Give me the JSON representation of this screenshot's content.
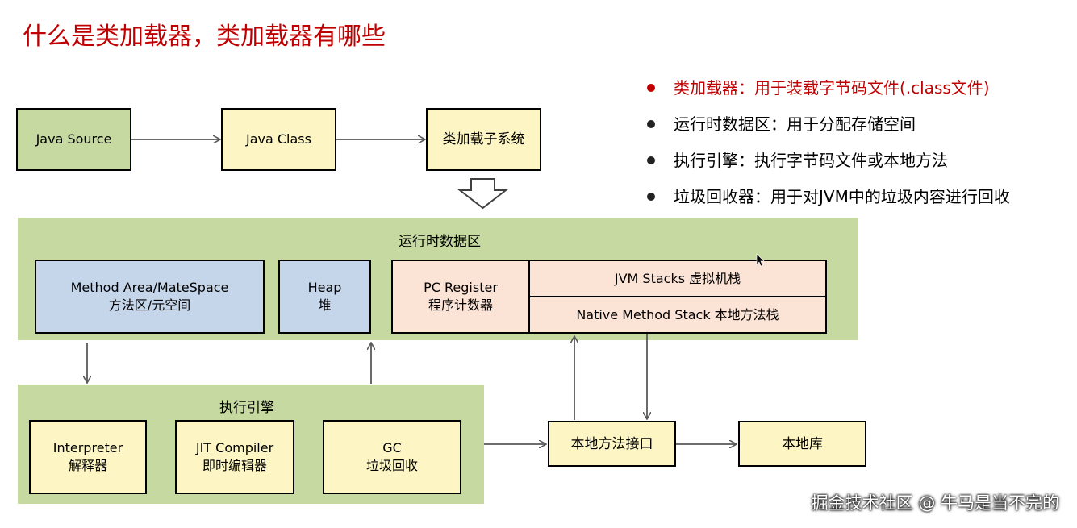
{
  "title": "什么是类加载器，类加载器有哪些",
  "bullets": [
    {
      "text": "类加载器：用于装载字节码文件(.class文件)",
      "highlight": true
    },
    {
      "text": "运行时数据区：用于分配存储空间",
      "highlight": false
    },
    {
      "text": "执行引擎：执行字节码文件或本地方法",
      "highlight": false
    },
    {
      "text": "垃圾回收器：用于对JVM中的垃圾内容进行回收",
      "highlight": false
    }
  ],
  "top_flow": {
    "java_source": "Java Source",
    "java_class": "Java Class",
    "class_loader": "类加载子系统"
  },
  "runtime_area": {
    "title": "运行时数据区",
    "method_area": {
      "line1": "Method Area/MateSpace",
      "line2": "方法区/元空间"
    },
    "heap": {
      "line1": "Heap",
      "line2": "堆"
    },
    "pc_register": {
      "line1": "PC Register",
      "line2": "程序计数器"
    },
    "jvm_stacks": "JVM Stacks 虚拟机栈",
    "native_stack": "Native Method Stack 本地方法栈"
  },
  "execution_engine": {
    "title": "执行引擎",
    "interpreter": {
      "line1": "Interpreter",
      "line2": "解释器"
    },
    "jit": {
      "line1": "JIT Compiler",
      "line2": "即时编辑器"
    },
    "gc": {
      "line1": "GC",
      "line2": "垃圾回收"
    }
  },
  "native_interface": "本地方法接口",
  "native_library": "本地库",
  "watermark": "掘金技术社区 @ 牛马是当不完的",
  "colors": {
    "title_red": "#c00000",
    "panel_green": "#c6d9a0",
    "box_yellow": "#fdf6c4",
    "box_blue": "#c5d5ea",
    "box_salmon": "#fbe3d6",
    "arrow_gray": "#595959"
  }
}
